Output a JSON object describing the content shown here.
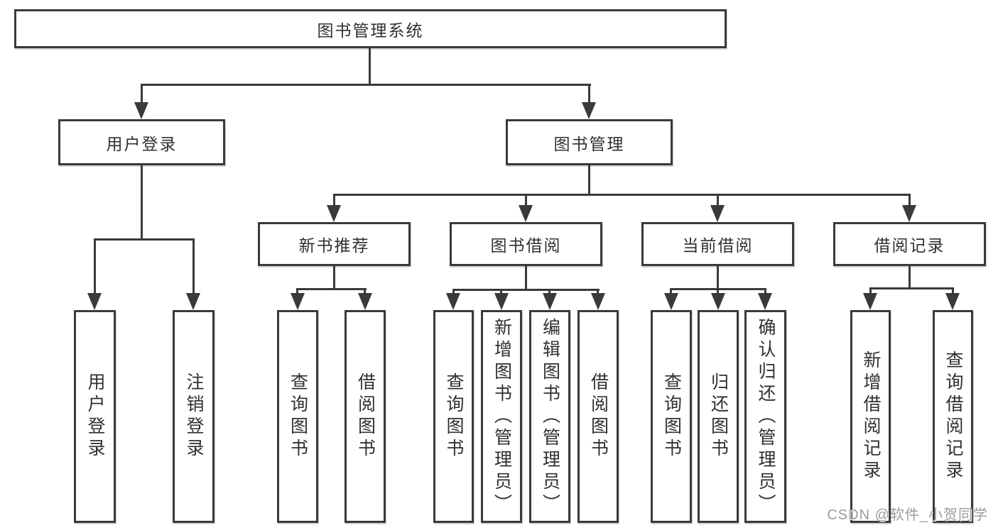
{
  "tree": {
    "label": "图书管理系统",
    "children": [
      {
        "label": "用户登录",
        "children": [
          {
            "label": "用户登录"
          },
          {
            "label": "注销登录"
          }
        ]
      },
      {
        "label": "图书管理",
        "children": [
          {
            "label": "新书推荐",
            "children": [
              {
                "label": "查询图书"
              },
              {
                "label": "借阅图书"
              }
            ]
          },
          {
            "label": "图书借阅",
            "children": [
              {
                "label": "查询图书"
              },
              {
                "label": "新增图书（管理员）"
              },
              {
                "label": "编辑图书（管理员）"
              },
              {
                "label": "借阅图书"
              }
            ]
          },
          {
            "label": "当前借阅",
            "children": [
              {
                "label": "查询图书"
              },
              {
                "label": "归还图书"
              },
              {
                "label": "确认归还（管理员）"
              }
            ]
          },
          {
            "label": "借阅记录",
            "children": [
              {
                "label": "新增借阅记录"
              },
              {
                "label": "查询借阅记录"
              }
            ]
          }
        ]
      }
    ]
  },
  "watermark": {
    "text": "CSDN @软件_小贺同学"
  },
  "colors": {
    "line": "#3a3a3a",
    "text": "#303030",
    "background": "#ffffff",
    "watermark": "#9b9b9b"
  }
}
